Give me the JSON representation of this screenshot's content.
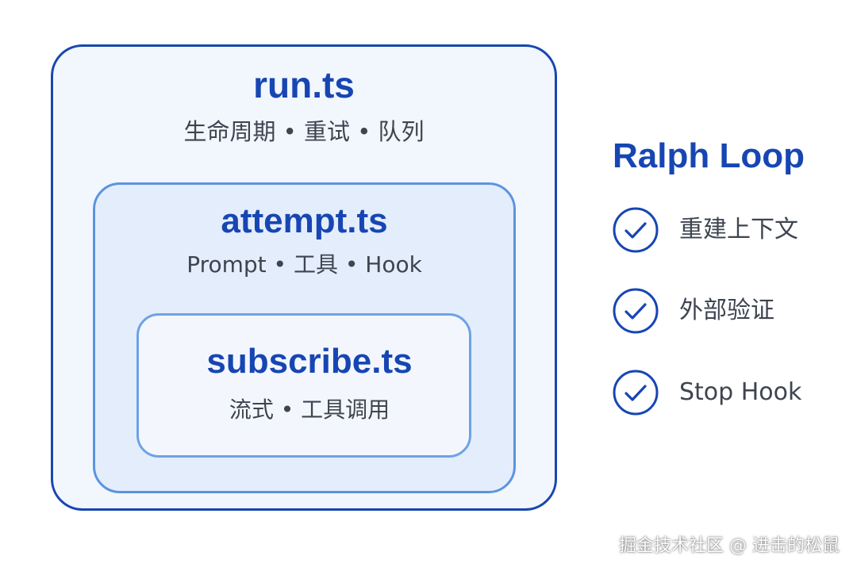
{
  "layers": {
    "run": {
      "title": "run.ts",
      "subtitle": "生命周期 • 重试 • 队列"
    },
    "attempt": {
      "title": "attempt.ts",
      "subtitle": "Prompt • 工具 • Hook"
    },
    "subscribe": {
      "title": "subscribe.ts",
      "subtitle": "流式 • 工具调用"
    }
  },
  "ralph_loop": {
    "title": "Ralph Loop",
    "items": [
      {
        "label": "重建上下文",
        "icon": "check-circle-icon"
      },
      {
        "label": "外部验证",
        "icon": "check-circle-icon"
      },
      {
        "label": "Stop Hook",
        "icon": "check-circle-icon"
      }
    ]
  },
  "watermark": "掘金技术社区 @ 进击的松鼠",
  "colors": {
    "title_blue": "#1746b3",
    "outer_border": "#1747b0",
    "middle_border": "#5b94df",
    "inner_border": "#6ea2e6",
    "text_gray": "#3e4450"
  }
}
